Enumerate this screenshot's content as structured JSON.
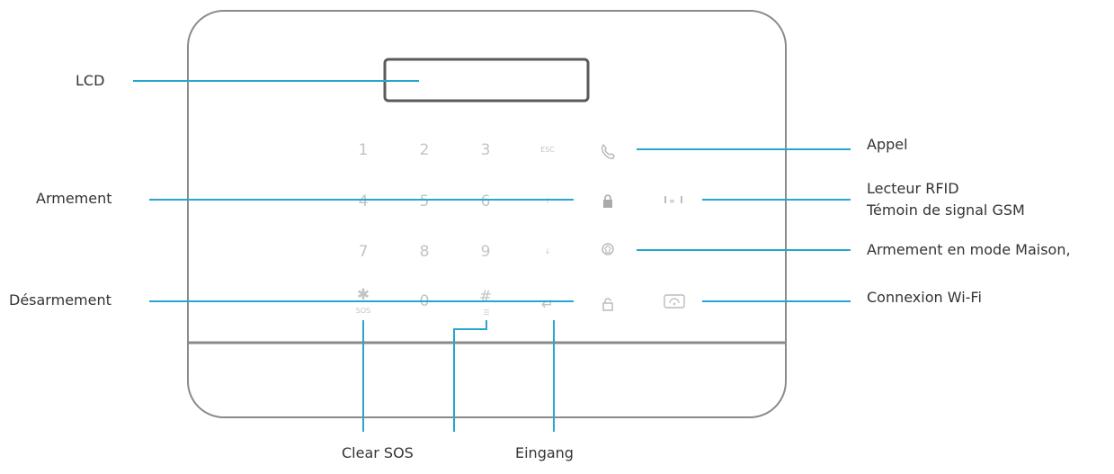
{
  "callouts": {
    "lcd": "LCD",
    "arming": "Armement",
    "disarming": "Désarmement",
    "call": "Appel",
    "rfid_reader": "Lecteur RFID",
    "gsm_indicator": "Témoin de signal GSM",
    "home_arming": "Armement en mode Maison,",
    "wifi": "Connexion Wi-Fi",
    "clear_sos": "Clear SOS",
    "entrance": "Eingang"
  },
  "keypad": {
    "row1": [
      "1",
      "2",
      "3",
      "ESC"
    ],
    "row2": [
      "4",
      "5",
      "6",
      "↑"
    ],
    "row3": [
      "7",
      "8",
      "9",
      "↓"
    ],
    "row4": [
      "✱",
      "0",
      "#",
      "↵"
    ],
    "sub_labels": [
      "SOS",
      "☰"
    ]
  },
  "icons": [
    "phone-icon",
    "lock-icon",
    "rfid-icon",
    "home-icon",
    "unlock-icon",
    "wifi-icon"
  ],
  "colors": {
    "callout_line": "#29a6cf",
    "outline": "#8a8a8a",
    "key_text": "#c4c4c4",
    "label_text": "#333333"
  }
}
